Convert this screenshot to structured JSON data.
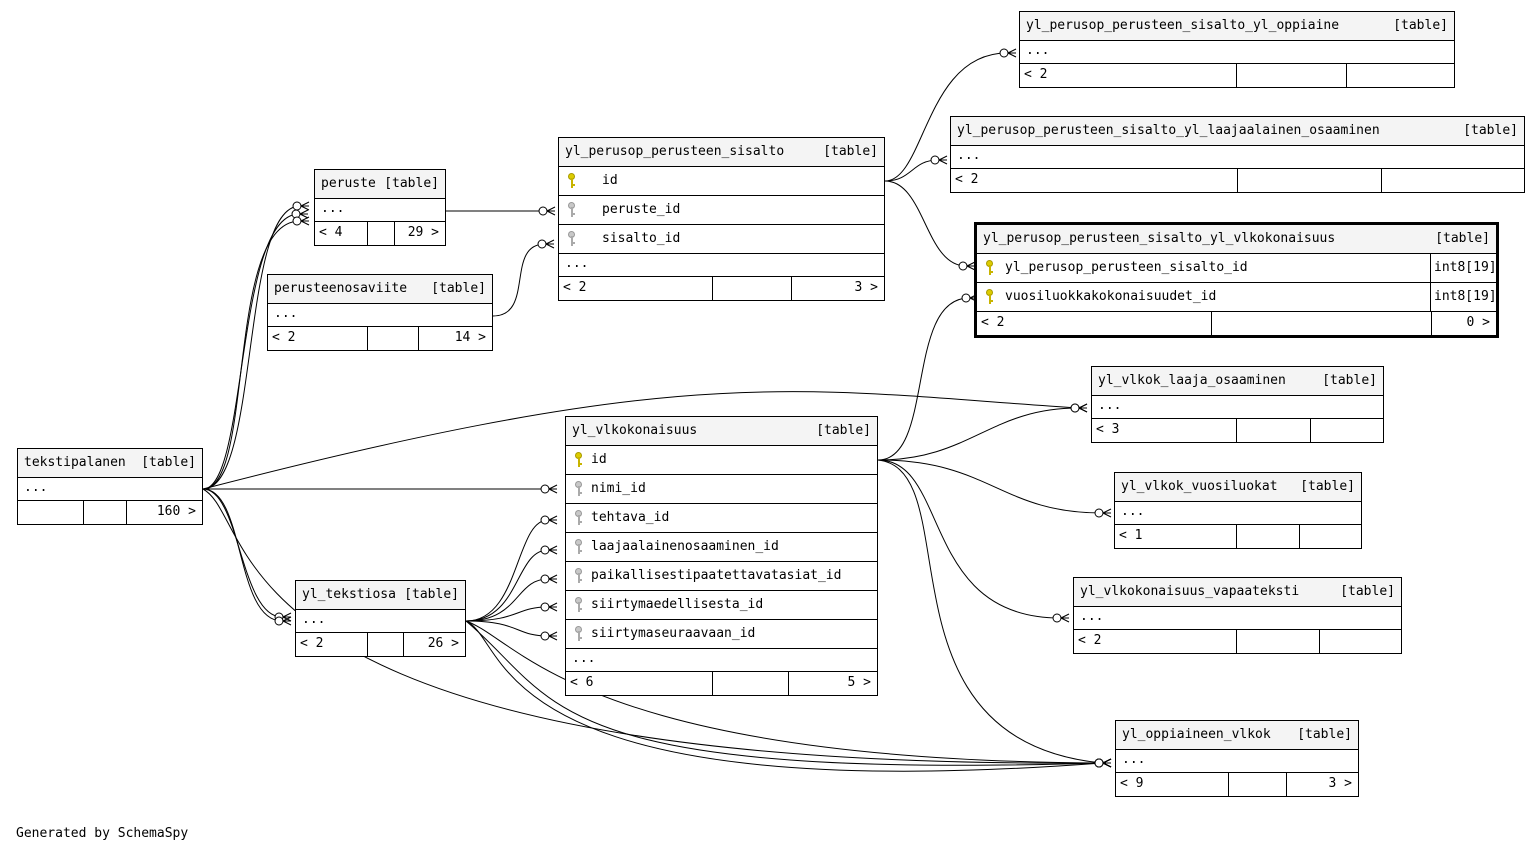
{
  "footer_text": "Generated by SchemaSpy",
  "colors": {
    "primary_key": "#ddcc00",
    "foreign_key": "#c8c8c8",
    "header_bg": "#f4f4f4"
  },
  "tables": [
    {
      "id": "t0",
      "name": "yl_perusop_perusteen_sisalto_yl_oppiaine",
      "type": "[table]",
      "columns": [],
      "more": "...",
      "footer": [
        "< 2",
        "",
        ""
      ]
    },
    {
      "id": "t1",
      "name": "yl_perusop_perusteen_sisalto_yl_laajaalainen_osaaminen",
      "type": "[table]",
      "columns": [],
      "more": "...",
      "footer": [
        "< 2",
        "",
        ""
      ]
    },
    {
      "id": "t2",
      "name": "yl_perusop_perusteen_sisalto",
      "type": "[table]",
      "columns": [
        {
          "name": "id",
          "key": "pk",
          "type": ""
        },
        {
          "name": "peruste_id",
          "key": "fk",
          "type": ""
        },
        {
          "name": "sisalto_id",
          "key": "fk",
          "type": ""
        }
      ],
      "more": "...",
      "footer": [
        "< 2",
        "",
        "3 >"
      ]
    },
    {
      "id": "t3",
      "name": "peruste",
      "type": "[table]",
      "columns": [],
      "more": "...",
      "footer": [
        "< 4",
        "",
        "29 >"
      ]
    },
    {
      "id": "t4",
      "name": "perusteenosaviite",
      "type": "[table]",
      "columns": [],
      "more": "...",
      "footer": [
        "< 2",
        "",
        "14 >"
      ]
    },
    {
      "id": "t5",
      "name": "yl_perusop_perusteen_sisalto_yl_vlkokonaisuus",
      "type": "[table]",
      "focus": true,
      "columns": [
        {
          "name": "yl_perusop_perusteen_sisalto_id",
          "key": "pk",
          "type": "int8[19]"
        },
        {
          "name": "vuosiluokkakokonaisuudet_id",
          "key": "pk",
          "type": "int8[19]"
        }
      ],
      "footer": [
        "< 2",
        "",
        "0 >"
      ]
    },
    {
      "id": "t6",
      "name": "yl_vlkok_laaja_osaaminen",
      "type": "[table]",
      "columns": [],
      "more": "...",
      "footer": [
        "< 3",
        "",
        ""
      ]
    },
    {
      "id": "t7",
      "name": "tekstipalanen",
      "type": "[table]",
      "columns": [],
      "more": "...",
      "footer": [
        "",
        "",
        "160 >"
      ]
    },
    {
      "id": "t8",
      "name": "yl_vlkokonaisuus",
      "type": "[table]",
      "columns": [
        {
          "name": "id",
          "key": "pk",
          "type": ""
        },
        {
          "name": "nimi_id",
          "key": "fk",
          "type": ""
        },
        {
          "name": "tehtava_id",
          "key": "fk",
          "type": ""
        },
        {
          "name": "laajaalainenosaaminen_id",
          "key": "fk",
          "type": ""
        },
        {
          "name": "paikallisestipaatettavatasiat_id",
          "key": "fk",
          "type": ""
        },
        {
          "name": "siirtymaedellisesta_id",
          "key": "fk",
          "type": ""
        },
        {
          "name": "siirtymaseuraavaan_id",
          "key": "fk",
          "type": ""
        }
      ],
      "more": "...",
      "footer": [
        "< 6",
        "",
        "5 >"
      ]
    },
    {
      "id": "t9",
      "name": "yl_vlkok_vuosiluokat",
      "type": "[table]",
      "columns": [],
      "more": "...",
      "footer": [
        "< 1",
        "",
        ""
      ]
    },
    {
      "id": "t10",
      "name": "yl_vlkokonaisuus_vapaateksti",
      "type": "[table]",
      "columns": [],
      "more": "...",
      "footer": [
        "< 2",
        "",
        ""
      ]
    },
    {
      "id": "t11",
      "name": "yl_tekstiosa",
      "type": "[table]",
      "columns": [],
      "more": "...",
      "footer": [
        "< 2",
        "",
        "26 >"
      ]
    },
    {
      "id": "t12",
      "name": "yl_oppiaineen_vlkok",
      "type": "[table]",
      "columns": [],
      "more": "...",
      "footer": [
        "< 9",
        "",
        "3 >"
      ]
    }
  ],
  "relationships": [
    {
      "from": "yl_perusop_perusteen_sisalto.id",
      "to": "yl_perusop_perusteen_sisalto_yl_oppiaine"
    },
    {
      "from": "yl_perusop_perusteen_sisalto.id",
      "to": "yl_perusop_perusteen_sisalto_yl_laajaalainen_osaaminen"
    },
    {
      "from": "yl_perusop_perusteen_sisalto.id",
      "to": "yl_perusop_perusteen_sisalto_yl_vlkokonaisuus.yl_perusop_perusteen_sisalto_id"
    },
    {
      "from": "peruste",
      "to": "yl_perusop_perusteen_sisalto.peruste_id"
    },
    {
      "from": "perusteenosaviite",
      "to": "yl_perusop_perusteen_sisalto.sisalto_id"
    },
    {
      "from": "yl_vlkokonaisuus.id",
      "to": "yl_perusop_perusteen_sisalto_yl_vlkokonaisuus.vuosiluokkakokonaisuudet_id"
    },
    {
      "from": "yl_vlkokonaisuus.id",
      "to": "yl_vlkok_laaja_osaaminen"
    },
    {
      "from": "yl_vlkokonaisuus.id",
      "to": "yl_vlkok_vuosiluokat"
    },
    {
      "from": "yl_vlkokonaisuus.id",
      "to": "yl_vlkokonaisuus_vapaateksti"
    },
    {
      "from": "yl_vlkokonaisuus.id",
      "to": "yl_oppiaineen_vlkok"
    },
    {
      "from": "tekstipalanen",
      "to": "peruste"
    },
    {
      "from": "tekstipalanen",
      "to": "yl_vlkok_laaja_osaaminen"
    },
    {
      "from": "tekstipalanen",
      "to": "yl_vlkokonaisuus.nimi_id"
    },
    {
      "from": "tekstipalanen",
      "to": "yl_tekstiosa"
    },
    {
      "from": "tekstipalanen",
      "to": "yl_oppiaineen_vlkok"
    },
    {
      "from": "yl_tekstiosa",
      "to": "yl_vlkokonaisuus.tehtava_id"
    },
    {
      "from": "yl_tekstiosa",
      "to": "yl_vlkokonaisuus.laajaalainenosaaminen_id"
    },
    {
      "from": "yl_tekstiosa",
      "to": "yl_vlkokonaisuus.paikallisestipaatettavatasiat_id"
    },
    {
      "from": "yl_tekstiosa",
      "to": "yl_vlkokonaisuus.siirtymaedellisesta_id"
    },
    {
      "from": "yl_tekstiosa",
      "to": "yl_vlkokonaisuus.siirtymaseuraavaan_id"
    },
    {
      "from": "yl_tekstiosa",
      "to": "yl_oppiaineen_vlkok"
    }
  ]
}
